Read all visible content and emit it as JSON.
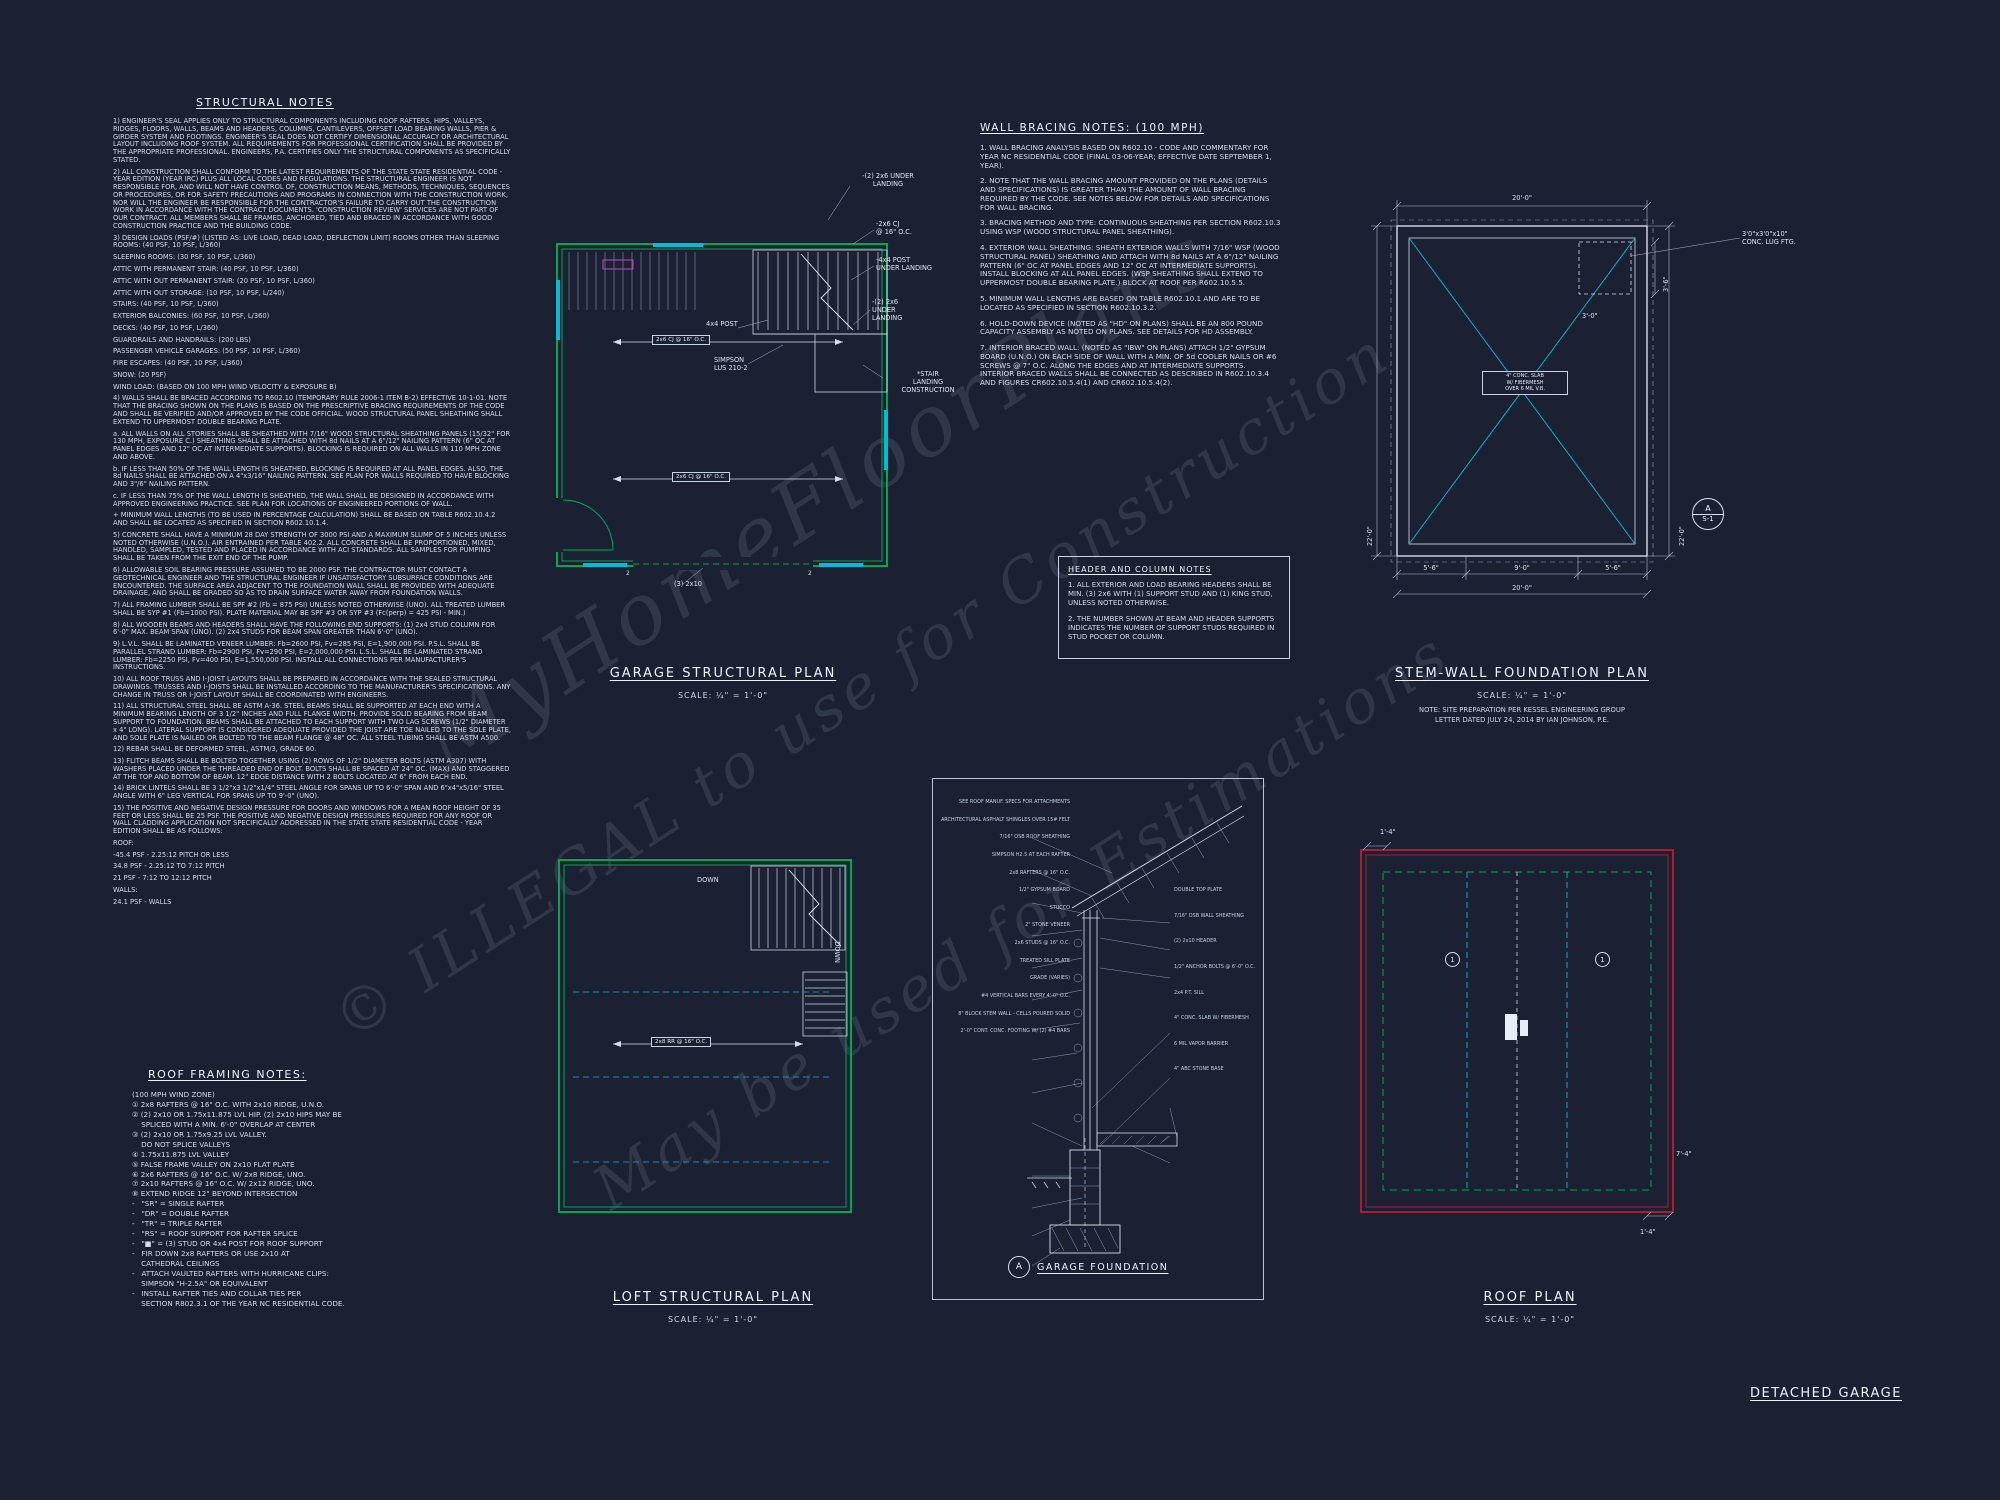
{
  "sheet": {
    "project_title": "DETACHED GARAGE"
  },
  "watermark": {
    "line1": "MyHomeFloorPlans",
    "line2": "© ILLEGAL to use for Construction",
    "line3": "May be used for Estimations"
  },
  "structural_notes": {
    "title": "STRUCTURAL NOTES",
    "paragraphs": [
      "1) ENGINEER'S SEAL APPLIES ONLY TO STRUCTURAL COMPONENTS INCLUDING ROOF RAFTERS, HIPS, VALLEYS, RIDGES, FLOORS, WALLS, BEAMS AND HEADERS, COLUMNS, CANTILEVERS, OFFSET LOAD BEARING WALLS, PIER & GIRDER SYSTEM AND FOOTINGS. ENGINEER'S SEAL DOES NOT CERTIFY DIMENSIONAL ACCURACY OR ARCHITECTURAL LAYOUT INCLUDING ROOF SYSTEM. ALL REQUIREMENTS FOR PROFESSIONAL CERTIFICATION SHALL BE PROVIDED BY THE APPROPRIATE PROFESSIONAL. ENGINEERS, P.A. CERTIFIES ONLY THE STRUCTURAL COMPONENTS AS SPECIFICALLY STATED.",
      "2) ALL CONSTRUCTION SHALL CONFORM TO THE LATEST REQUIREMENTS OF THE STATE STATE RESIDENTIAL CODE - YEAR EDITION (YEAR IRC) PLUS ALL LOCAL CODES AND REGULATIONS. THE STRUCTURAL ENGINEER IS NOT RESPONSIBLE FOR, AND WILL NOT HAVE CONTROL OF, CONSTRUCTION MEANS, METHODS, TECHNIQUES, SEQUENCES OR PROCEDURES, OR FOR SAFETY PRECAUTIONS AND PROGRAMS IN CONNECTION WITH THE CONSTRUCTION WORK, NOR WILL THE ENGINEER BE RESPONSIBLE FOR THE CONTRACTOR'S FAILURE TO CARRY OUT THE CONSTRUCTION WORK IN ACCORDANCE WITH THE CONTRACT DOCUMENTS. 'CONSTRUCTION REVIEW' SERVICES ARE NOT PART OF OUR CONTRACT. ALL MEMBERS SHALL BE FRAMED, ANCHORED, TIED AND BRACED IN ACCORDANCE WITH GOOD CONSTRUCTION PRACTICE AND THE BUILDING CODE.",
      "3) DESIGN LOADS (PSF/#) (LISTED AS: LIVE LOAD, DEAD LOAD, DEFLECTION LIMIT) ROOMS OTHER THAN SLEEPING ROOMS: (40 PSF, 10 PSF, L/360)",
      "SLEEPING ROOMS: (30 PSF, 10 PSF, L/360)",
      "ATTIC WITH PERMANENT STAIR: (40 PSF, 10 PSF, L/360)",
      "ATTIC WITH OUT PERMANENT STAIR: (20 PSF, 10 PSF, L/360)",
      "ATTIC WITH OUT STORAGE: (10 PSF, 10 PSF, L/240)",
      "STAIRS: (40 PSF, 10 PSF, L/360)",
      "EXTERIOR BALCONIES: (60 PSF, 10 PSF, L/360)",
      "DECKS: (40 PSF, 10 PSF, L/360)",
      "GUARDRAILS AND HANDRAILS: (200 LBS)",
      "PASSENGER VEHICLE GARAGES: (50 PSF, 10 PSF, L/360)",
      "FIRE ESCAPES: (40 PSF, 10 PSF, L/360)",
      "SNOW: (20 PSF)",
      "WIND LOAD: (BASED ON 100 MPH WIND VELOCITY & EXPOSURE B)",
      "4) WALLS SHALL BE BRACED ACCORDING TO R602.10 (TEMPORARY RULE 2006-1 ITEM B-2) EFFECTIVE 10-1-01. NOTE THAT THE BRACING SHOWN ON THE PLANS IS BASED ON THE PRESCRIPTIVE BRACING REQUIREMENTS OF THE CODE AND SHALL BE VERIFIED AND/OR APPROVED BY THE CODE OFFICIAL. WOOD STRUCTURAL PANEL SHEATHING SHALL EXTEND TO UPPERMOST DOUBLE BEARING PLATE.",
      "a. ALL WALLS ON ALL STORIES SHALL BE SHEATHED WITH 7/16\" WOOD STRUCTURAL SHEATHING PANELS (15/32\" FOR 130 MPH, EXPOSURE C.) SHEATHING SHALL BE ATTACHED WITH 8d NAILS AT A 6\"/12\" NAILING PATTERN (6\" OC AT PANEL EDGES AND 12\" OC AT INTERMEDIATE SUPPORTS). BLOCKING IS REQUIRED ON ALL WALLS IN 110 MPH ZONE AND ABOVE.",
      "b. IF LESS THAN 50% OF THE WALL LENGTH IS SHEATHED, BLOCKING IS REQUIRED AT ALL PANEL EDGES. ALSO, THE 8d NAILS SHALL BE ATTACHED ON A 4\"x3/16\" NAILING PATTERN. SEE PLAN FOR WALLS REQUIRED TO HAVE BLOCKING AND 3\"/6\" NAILING PATTERN.",
      "c. IF LESS THAN 75% OF THE WALL LENGTH IS SHEATHED, THE WALL SHALL BE DESIGNED IN ACCORDANCE WITH APPROVED ENGINEERING PRACTICE. SEE PLAN FOR LOCATIONS OF ENGINEERED PORTIONS OF WALL.",
      "+ MINIMUM WALL LENGTHS (TO BE USED IN PERCENTAGE CALCULATION) SHALL BE BASED ON TABLE R602.10.4.2 AND SHALL BE LOCATED AS SPECIFIED IN SECTION R602.10.1.4.",
      "5) CONCRETE SHALL HAVE A MINIMUM 28 DAY STRENGTH OF 3000 PSI AND A MAXIMUM SLUMP OF 5 INCHES UNLESS NOTED OTHERWISE (U.N.O.). AIR ENTRAINED PER TABLE 402.2. ALL CONCRETE SHALL BE PROPORTIONED, MIXED, HANDLED, SAMPLED, TESTED AND PLACED IN ACCORDANCE WITH ACI STANDARDS. ALL SAMPLES FOR PUMPING SHALL BE TAKEN FROM THE EXIT END OF THE PUMP.",
      "6) ALLOWABLE SOIL BEARING PRESSURE ASSUMED TO BE 2000 PSF. THE CONTRACTOR MUST CONTACT A GEOTECHNICAL ENGINEER AND THE STRUCTURAL ENGINEER IF UNSATISFACTORY SUBSURFACE CONDITIONS ARE ENCOUNTERED. THE SURFACE AREA ADJACENT TO THE FOUNDATION WALL SHALL BE PROVIDED WITH ADEQUATE DRAINAGE, AND SHALL BE GRADED SO AS TO DRAIN SURFACE WATER AWAY FROM FOUNDATION WALLS.",
      "7) ALL FRAMING LUMBER SHALL BE SPF #2 (Fb = 875 PSI) UNLESS NOTED OTHERWISE (UNO). ALL TREATED LUMBER SHALL BE SYP #1 (Fb=1000 PSI). PLATE MATERIAL MAY BE SPF #3 OR SYP #3 (Fc(perp) = 425 PSI - MIN.)",
      "8) ALL WOODEN BEAMS AND HEADERS SHALL HAVE THE FOLLOWING END SUPPORTS: (1) 2x4 STUD COLUMN FOR 6'-0\" MAX. BEAM SPAN (UNO). (2) 2x4 STUDS FOR BEAM SPAN GREATER THAN 6'-0\" (UNO).",
      "9) L.V.L. SHALL BE LAMINATED VENEER LUMBER: Fb=2600 PSI, Fv=285 PSI, E=1,900,000 PSI. P.S.L. SHALL BE PARALLEL STRAND LUMBER: Fb=2900 PSI, Fv=290 PSI, E=2,000,000 PSI. L.S.L. SHALL BE LAMINATED STRAND LUMBER: Fb=2250 PSI, Fv=400 PSI, E=1,550,000 PSI. INSTALL ALL CONNECTIONS PER MANUFACTURER'S INSTRUCTIONS.",
      "10) ALL ROOF TRUSS AND I-JOIST LAYOUTS SHALL BE PREPARED IN ACCORDANCE WITH THE SEALED STRUCTURAL DRAWINGS. TRUSSES AND I-JOISTS SHALL BE INSTALLED ACCORDING TO THE MANUFACTURER'S SPECIFICATIONS. ANY CHANGE IN TRUSS OR I-JOIST LAYOUT SHALL BE COORDINATED WITH ENGINEERS.",
      "11) ALL STRUCTURAL STEEL SHALL BE ASTM A-36. STEEL BEAMS SHALL BE SUPPORTED AT EACH END WITH A MINIMUM BEARING LENGTH OF 3 1/2\" INCHES AND FULL FLANGE WIDTH. PROVIDE SOLID BEARING FROM BEAM SUPPORT TO FOUNDATION. BEAMS SHALL BE ATTACHED TO EACH SUPPORT WITH TWO LAG SCREWS (1/2\" DIAMETER x 4\" LONG). LATERAL SUPPORT IS CONSIDERED ADEQUATE PROVIDED THE JOIST ARE TOE NAILED TO THE SOLE PLATE, AND SOLE PLATE IS NAILED OR BOLTED TO THE BEAM FLANGE @ 48\" OC. ALL STEEL TUBING SHALL BE ASTM A500.",
      "12) REBAR SHALL BE DEFORMED STEEL, ASTM/3, GRADE 60.",
      "13) FLITCH BEAMS SHALL BE BOLTED TOGETHER USING (2) ROWS OF 1/2\" DIAMETER BOLTS (ASTM A307) WITH WASHERS PLACED UNDER THE THREADED END OF BOLT. BOLTS SHALL BE SPACED AT 24\" OC. (MAX) AND STAGGERED AT THE TOP AND BOTTOM OF BEAM. 12\" EDGE DISTANCE WITH 2 BOLTS LOCATED AT 6\" FROM EACH END.",
      "14) BRICK LINTELS SHALL BE 3 1/2\"x3 1/2\"x1/4\" STEEL ANGLE FOR SPANS UP TO 6'-0\" SPAN AND 6\"x4\"x5/16\" STEEL ANGLE WITH 6\" LEG VERTICAL FOR SPANS UP TO 9'-0\" (UNO).",
      "15) THE POSITIVE AND NEGATIVE DESIGN PRESSURE FOR DOORS AND WINDOWS FOR A MEAN ROOF HEIGHT OF 35 FEET OR LESS SHALL BE 25 PSF. THE POSITIVE AND NEGATIVE DESIGN PRESSURES REQUIRED FOR ANY ROOF OR WALL CLADDING APPLICATION NOT SPECIFICALLY ADDRESSED IN THE STATE STATE RESIDENTIAL CODE - YEAR EDITION SHALL BE AS FOLLOWS:",
      "ROOF:",
      "-45.4 PSF - 2.25:12 PITCH OR LESS",
      "34.8 PSF - 2.25:12 TO 7:12 PITCH",
      "21 PSF - 7:12 TO 12:12 PITCH",
      "WALLS:",
      "24.1 PSF - WALLS"
    ]
  },
  "roof_framing_notes": {
    "title": "ROOF FRAMING NOTES:",
    "lines": [
      "(100 MPH WIND ZONE)",
      "① 2x8 RAFTERS @ 16\" O.C. WITH 2x10 RIDGE, U.N.O.",
      "② (2) 2x10 OR 1.75x11.875 LVL HIP. (2) 2x10 HIPS MAY BE",
      "    SPLICED WITH A MIN. 6'-0\" OVERLAP AT CENTER",
      "③ (2) 2x10 OR 1.75x9.25 LVL VALLEY.",
      "    DO NOT SPLICE VALLEYS",
      "④ 1.75x11.875 LVL VALLEY",
      "⑤ FALSE FRAME VALLEY ON 2x10 FLAT PLATE",
      "⑥ 2x6 RAFTERS @ 16\" O.C. W/ 2x8 RIDGE, UNO.",
      "⑦ 2x10 RAFTERS @ 16\" O.C. W/ 2x12 RIDGE, UNO.",
      "⑧ EXTEND RIDGE 12\" BEYOND INTERSECTION",
      "-   \"SR\" = SINGLE RAFTER",
      "-   \"DR\" = DOUBLE RAFTER",
      "-   \"TR\" = TRIPLE RAFTER",
      "-   \"RS\" = ROOF SUPPORT FOR RAFTER SPLICE",
      "-   \"■\" = (3) STUD OR 4x4 POST FOR ROOF SUPPORT",
      "-   FIR DOWN 2x8 RAFTERS OR USE 2x10 AT",
      "    CATHEDRAL CEILINGS",
      "-   ATTACH VAULTED RAFTERS WITH HURRICANE CLIPS:",
      "    SIMPSON \"H-2.5A\" OR EQUIVALENT",
      "-   INSTALL RAFTER TIES AND COLLAR TIES PER",
      "    SECTION R802.3.1 OF THE YEAR NC RESIDENTIAL CODE."
    ]
  },
  "wall_bracing_notes": {
    "title": "WALL BRACING NOTES: (100 MPH)",
    "paragraphs": [
      "1. WALL BRACING ANALYSIS BASED ON R602.10 - CODE AND COMMENTARY FOR YEAR NC RESIDENTIAL CODE (FINAL 03-06-YEAR; EFFECTIVE DATE SEPTEMBER 1, YEAR).",
      "2. NOTE THAT THE WALL BRACING AMOUNT PROVIDED ON THE PLANS (DETAILS AND SPECIFICATIONS) IS GREATER THAN THE AMOUNT OF WALL BRACING REQUIRED BY THE CODE. SEE NOTES BELOW FOR DETAILS AND SPECIFICATIONS FOR WALL BRACING.",
      "3. BRACING METHOD AND TYPE: CONTINUOUS SHEATHING PER SECTION R602.10.3 USING WSP (WOOD STRUCTURAL PANEL SHEATHING).",
      "4. EXTERIOR WALL SHEATHING: SHEATH EXTERIOR WALLS WITH 7/16\" WSP (WOOD STRUCTURAL PANEL) SHEATHING AND ATTACH WITH 8d NAILS AT A 6\"/12\" NAILING PATTERN (6\" OC AT PANEL EDGES AND 12\" OC AT INTERMEDIATE SUPPORTS). INSTALL BLOCKING AT ALL PANEL EDGES. (WSP SHEATHING SHALL EXTEND TO UPPERMOST DOUBLE BEARING PLATE.) BLOCK AT ROOF PER R602.10.5.5.",
      "5. MINIMUM WALL LENGTHS ARE BASED ON TABLE R602.10.1 AND ARE TO BE LOCATED AS SPECIFIED IN SECTION R602.10.3.2.",
      "6. HOLD-DOWN DEVICE (NOTED AS \"HD\" ON PLANS) SHALL BE AN 800 POUND CAPACITY ASSEMBLY AS NOTED ON PLANS. SEE DETAILS FOR HD ASSEMBLY.",
      "7. INTERIOR BRACED WALL: (NOTED AS \"IBW\" ON PLANS) ATTACH 1/2\" GYPSUM BOARD (U.N.O.) ON EACH SIDE OF WALL WITH A MIN. OF 5d COOLER NAILS OR #6 SCREWS @ 7\" O.C. ALONG THE EDGES AND AT INTERMEDIATE SUPPORTS. INTERIOR BRACED WALLS SHALL BE CONNECTED AS DESCRIBED IN R602.10.3.4 AND FIGURES CR602.10.5.4(1) AND CR602.10.5.4(2)."
    ]
  },
  "header_column_notes": {
    "title": "HEADER AND COLUMN NOTES",
    "items": [
      "1. ALL EXTERIOR AND LOAD BEARING HEADERS SHALL BE MIN. (3) 2x6 WITH (1) SUPPORT STUD AND (1) KING STUD, UNLESS NOTED OTHERWISE.",
      "2. THE NUMBER SHOWN AT BEAM AND HEADER SUPPORTS INDICATES THE NUMBER OF SUPPORT STUDS REQUIRED IN STUD POCKET OR COLUMN."
    ]
  },
  "garage_plan": {
    "title": "GARAGE STRUCTURAL PLAN",
    "scale": "SCALE: ¼\" = 1'-0\"",
    "callouts": {
      "under_landing_a": "-(2) 2x6 UNDER\nLANDING",
      "cj": "-2x6 CJ\n@ 16\" O.C.",
      "post_under": "-4x4 POST\nUNDER LANDING",
      "under_landing_b": "-(2) 2x6\nUNDER\nLANDING",
      "post": "4x4 POST",
      "simpson": "SIMPSON\nLUS 210-2",
      "stair_note": "*STAIR\nLANDING\nCONSTRUCTION",
      "beam": "(3) 2x10",
      "joist_box_1": "2x6 CJ @ 16\" O.C.",
      "joist_box_2": "2x6 CJ @ 16\" O.C.",
      "stud_left": "2",
      "stud_right": "2"
    }
  },
  "loft_plan": {
    "title": "LOFT STRUCTURAL PLAN",
    "scale": "SCALE: ¼\" = 1'-0\"",
    "down_1": "DOWN",
    "down_2": "DOWN",
    "joist_box": "2x8 RR @ 16\" O.C."
  },
  "foundation_plan": {
    "title": "STEM-WALL FOUNDATION PLAN",
    "scale": "SCALE: ¼\" = 1'-0\"",
    "note_line1": "NOTE: SITE PREPARATION PER KESSEL ENGINEERING GROUP",
    "note_line2": "LETTER DATED JULY 24, 2014 BY IAN JOHNSON, P.E.",
    "lug_label": "3'0\"x3'0\"x10\"\nCONC. LUG FTG.",
    "slab_label": "4\" CONC. SLAB\nW/ FIBERMESH\nOVER 6 MIL V.B.",
    "marker_top": "A",
    "marker_bottom": "S-1",
    "dims": {
      "top": "20'-0\"",
      "left": "22'-0\"",
      "right": "22'-0\"",
      "lug_height": "3'-6\"",
      "lug_offset": "3'-0\"",
      "bottom_left": "5'-6\"",
      "bottom_mid": "9'-0\"",
      "bottom_right": "5'-6\"",
      "bottom_total": "20'-0\""
    }
  },
  "garage_detail": {
    "callout": "A",
    "title": "GARAGE FOUNDATION",
    "labels_left": [
      "SEE ROOF MANUF. SPECS FOR ATTACHMENTS",
      "ARCHITECTURAL ASPHALT SHINGLES OVER 15# FELT",
      "7/16\" OSB ROOF SHEATHING",
      "SIMPSON H2.5 AT EACH RAFTER",
      "2x8 RAFTERS @ 16\" O.C.",
      "1/2\" GYPSUM BOARD",
      "STUCCO",
      "2\" STONE VENEER",
      "2x6 STUDS @ 16\" O.C.",
      "TREATED SILL PLATE",
      "GRADE (VARIES)",
      "#4 VERTICAL BARS EVERY 4'-0\" O.C.",
      "8\" BLOCK STEM WALL - CELLS POURED SOLID",
      "2'-0\" CONT. CONC. FOOTING W/ (2) #4 BARS"
    ],
    "labels_right": [
      "DOUBLE TOP PLATE",
      "7/16\" OSB WALL SHEATHING",
      "(2) 2x10 HEADER",
      "1/2\" ANCHOR BOLTS @ 6'-0\" O.C.",
      "2x4 P.T. SILL",
      "4\" CONC. SLAB W/ FIBERMESH",
      "6 MIL VAPOR BARRIER",
      "4\" ABC STONE BASE"
    ]
  },
  "roof_plan": {
    "title": "ROOF PLAN",
    "scale": "SCALE: ¼\" = 1'-0\"",
    "keynote": "1",
    "dims": {
      "top_left": "1'-4\"",
      "bottom_right": "1'-4\"",
      "right": "7'-4\""
    }
  }
}
